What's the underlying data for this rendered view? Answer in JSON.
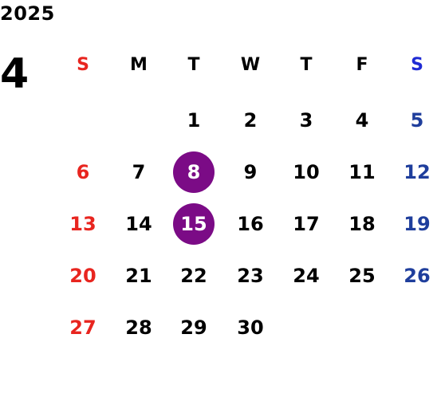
{
  "calendar": {
    "year": "2025",
    "month": "4",
    "weekdays": [
      "S",
      "M",
      "T",
      "W",
      "T",
      "F",
      "S"
    ],
    "highlight_color": "#7b0b86",
    "sunday_color": "#e8251f",
    "saturday_color": "#1f3e9c",
    "highlighted_days": [
      "8",
      "15"
    ],
    "weeks": [
      [
        "",
        "",
        "1",
        "2",
        "3",
        "4",
        "5"
      ],
      [
        "6",
        "7",
        "8",
        "9",
        "10",
        "11",
        "12"
      ],
      [
        "13",
        "14",
        "15",
        "16",
        "17",
        "18",
        "19"
      ],
      [
        "20",
        "21",
        "22",
        "23",
        "24",
        "25",
        "26"
      ],
      [
        "27",
        "28",
        "29",
        "30",
        "",
        "",
        ""
      ]
    ]
  }
}
